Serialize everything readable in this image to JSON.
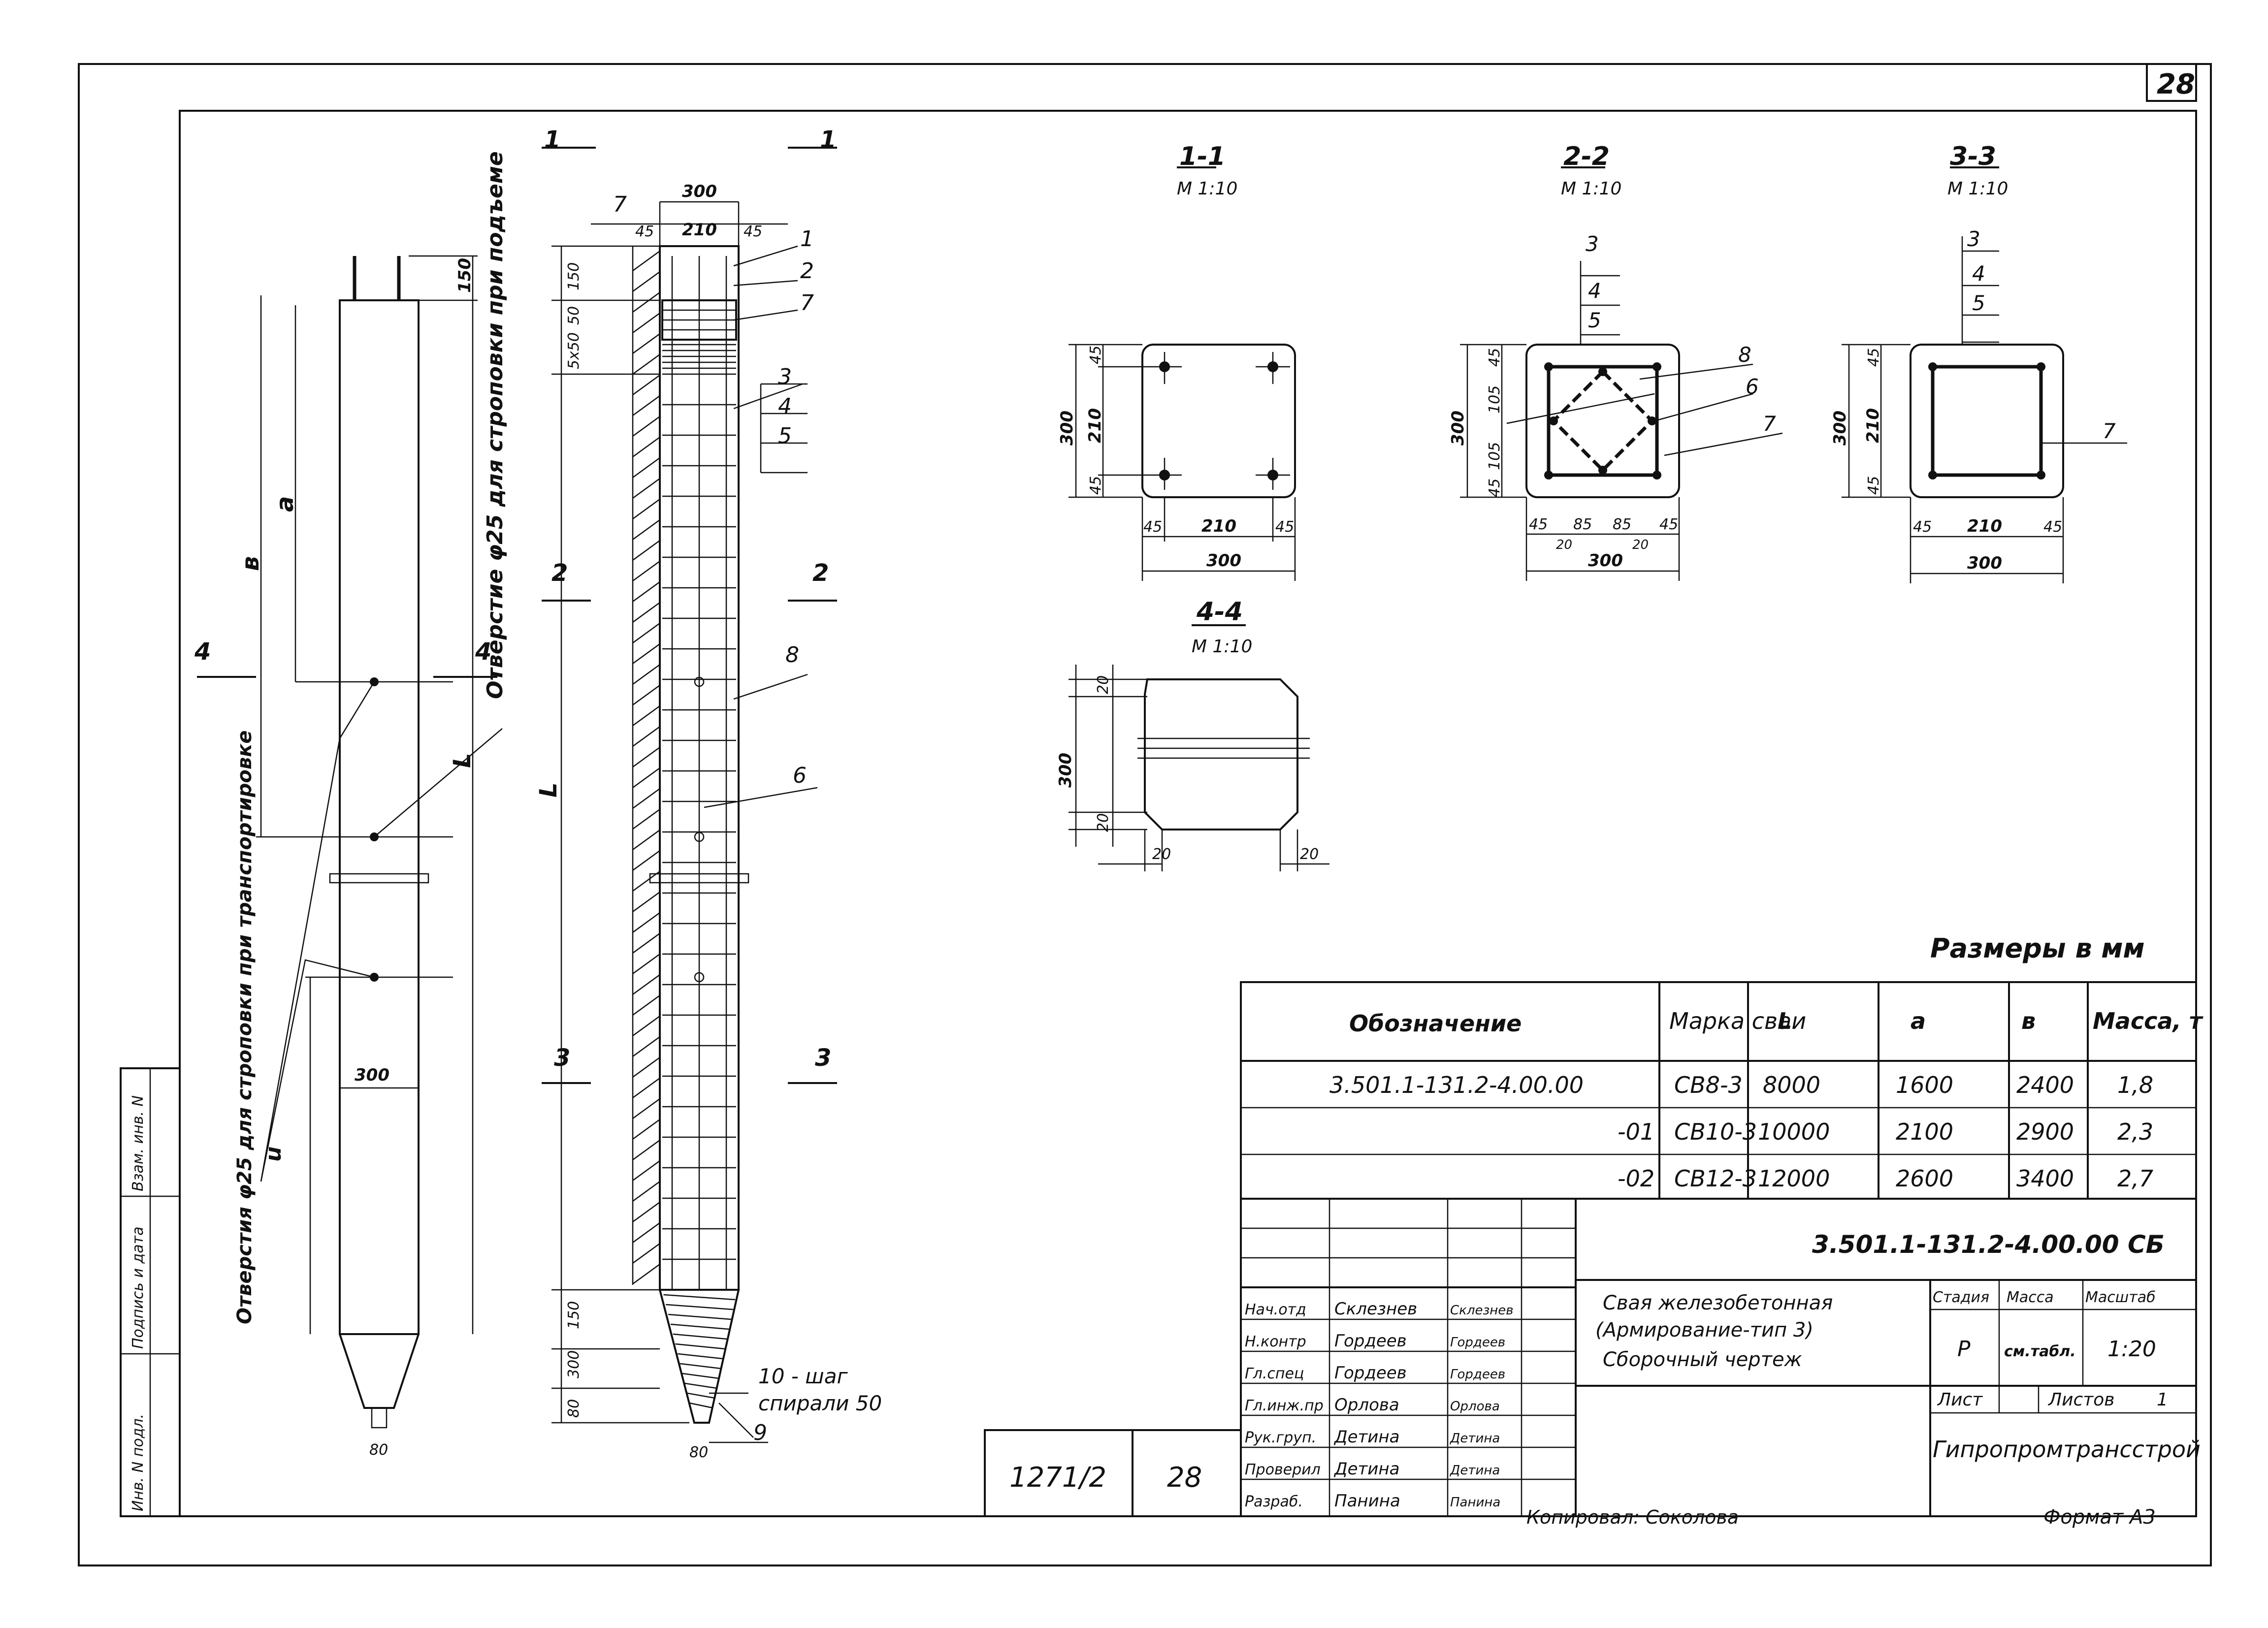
{
  "sheet": {
    "number": "28",
    "units_note": "Размеры в мм",
    "copied_by": "Копировал: Соколова",
    "format": "Формат А3"
  },
  "side_stamp": {
    "inv_podl": "Инв. N подл.",
    "podpis_data": "Подпись и дата",
    "vzam_inv": "Взам. инв. N"
  },
  "elevation": {
    "label_holes_lift": "Отверстие φ25 для строповки при подъеме",
    "label_holes_transport": "Отверстия φ25 для строповки при транспортировке",
    "dims": {
      "top150": "150",
      "a": "a",
      "b": "в",
      "L": "L",
      "w300": "300",
      "u": "u",
      "tip": "80"
    },
    "cut": {
      "c4": "4"
    }
  },
  "rebar": {
    "dims": {
      "w300": "300",
      "w45a": "45",
      "w210": "210",
      "w45b": "45",
      "d150": "150",
      "d50": "50",
      "d5x50": "5х50",
      "L": "L",
      "b150": "150",
      "b300": "300",
      "b80": "80",
      "tip80": "80"
    },
    "pos": {
      "p1": "1",
      "p2": "2",
      "p3": "3",
      "p4": "4",
      "p5": "5",
      "p6": "6",
      "p7": "7",
      "p8": "8",
      "p9": "9",
      "p7top": "7"
    },
    "spiral_note": "10 - шаг",
    "spiral_note2": "спирали 50",
    "cuts": {
      "c1": "1",
      "c2": "2",
      "c3": "3"
    }
  },
  "sections": {
    "s11": {
      "title": "1-1",
      "scale": "М 1:10",
      "d300v": "300",
      "d45a": "45",
      "d210v": "210",
      "d45b": "45",
      "d45c": "45",
      "d210h": "210",
      "d45d": "45",
      "d300h": "300"
    },
    "s22": {
      "title": "2-2",
      "scale": "М 1:10",
      "p3": "3",
      "p4": "4",
      "p5": "5",
      "p8": "8",
      "p6": "6",
      "p7": "7",
      "d300v": "300",
      "d45": "45",
      "d105a": "105",
      "d105b": "105",
      "d45b": "45",
      "d45c": "45",
      "d85a": "85",
      "d85b": "85",
      "d45d": "45",
      "d20a": "20",
      "d20b": "20",
      "d300h": "300"
    },
    "s33": {
      "title": "3-3",
      "scale": "М 1:10",
      "p3": "3",
      "p4": "4",
      "p5": "5",
      "p7": "7",
      "d300v": "300",
      "d45a": "45",
      "d210v": "210",
      "d45b": "45",
      "d45c": "45",
      "d210h": "210",
      "d45d": "45",
      "d300h": "300"
    },
    "s44": {
      "title": "4-4",
      "scale": "М 1:10",
      "d20t": "20",
      "d300": "300",
      "d20b": "20",
      "d20l": "20",
      "d20r": "20"
    }
  },
  "spec_table": {
    "headers": [
      "Обозначение",
      "Марка сваи",
      "L",
      "a",
      "в",
      "Масса, т"
    ],
    "rows": [
      [
        "3.501.1-131.2-4.00.00",
        "СВ8-3",
        "8000",
        "1600",
        "2400",
        "1,8"
      ],
      [
        "-01",
        "СВ10-3",
        "10000",
        "2100",
        "2900",
        "2,3"
      ],
      [
        "-02",
        "СВ12-3",
        "12000",
        "2600",
        "3400",
        "2,7"
      ]
    ]
  },
  "title_block": {
    "doc_code": "3.501.1-131.2-4.00.00 СБ",
    "title_line1": "Свая железобетонная",
    "title_line2": "(Армирование-тип 3)",
    "title_line3": "Сборочный чертеж",
    "stage_label": "Стадия",
    "mass_label": "Масса",
    "scale_label": "Масштаб",
    "stage": "Р",
    "mass": "см.табл.",
    "scale": "1:20",
    "sheet_label": "Лист",
    "sheets_label": "Листов",
    "sheets_count": "1",
    "organization": "Гипропромтрансстрой",
    "roles": [
      {
        "role": "Нач.отд",
        "name": "Склезнев",
        "sign": "Склезнев"
      },
      {
        "role": "Н.контр",
        "name": "Гордеев",
        "sign": "Гордеев"
      },
      {
        "role": "Гл.спец",
        "name": "Гордеев",
        "sign": "Гордеев"
      },
      {
        "role": "Гл.инж.пр",
        "name": "Орлова",
        "sign": "Орлова"
      },
      {
        "role": "Рук.груп.",
        "name": "Детина",
        "sign": "Детина"
      },
      {
        "role": "Проверил",
        "name": "Детина",
        "sign": "Детина"
      },
      {
        "role": "Разраб.",
        "name": "Панина",
        "sign": "Панина"
      }
    ],
    "album": "1271/2",
    "album_sheet": "28"
  }
}
